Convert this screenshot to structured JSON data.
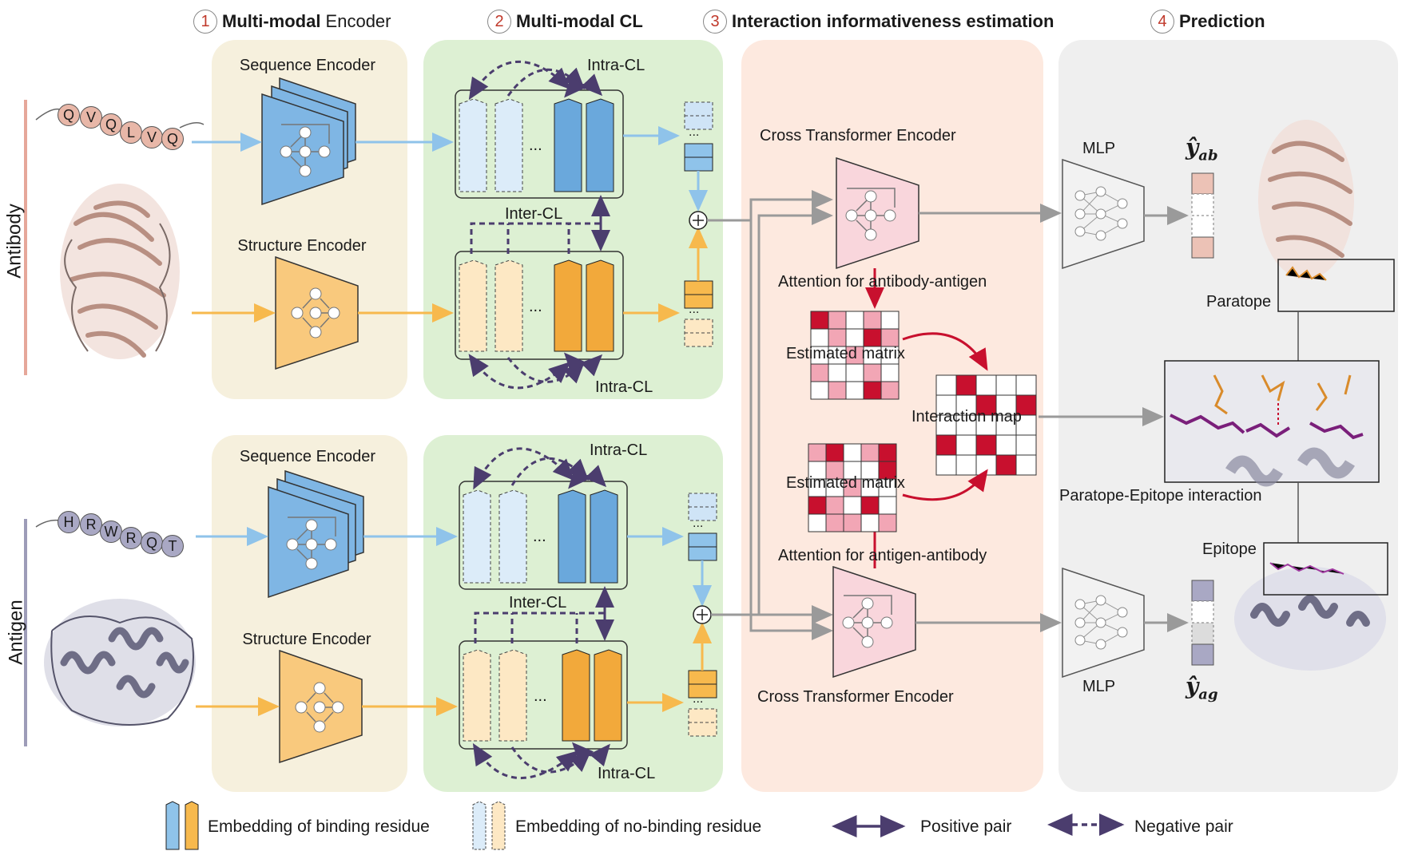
{
  "sections": [
    {
      "num": "1",
      "bold": "Multi-modal",
      "rest": " Encoder"
    },
    {
      "num": "2",
      "bold": "Multi-modal CL",
      "rest": ""
    },
    {
      "num": "3",
      "bold": "Interaction informativeness estimation",
      "rest": ""
    },
    {
      "num": "4",
      "bold": "Prediction",
      "rest": ""
    }
  ],
  "side_labels": {
    "antibody": "Antibody",
    "antigen": "Antigen"
  },
  "antibody_residues": [
    "Q",
    "V",
    "Q",
    "L",
    "V",
    "Q"
  ],
  "antigen_residues": [
    "H",
    "R",
    "W",
    "R",
    "Q",
    "T"
  ],
  "encoders": {
    "ab_seq": "Sequence Encoder",
    "ab_struct": "Structure Encoder",
    "ag_seq": "Sequence Encoder",
    "ag_struct": "Structure Encoder"
  },
  "cl": {
    "intra_top_ab": "Intra-CL",
    "inter_ab": "Inter-CL",
    "intra_bot_ab": "Intra-CL",
    "intra_top_ag": "Intra-CL",
    "inter_ag": "Inter-CL",
    "intra_bot_ag": "Intra-CL",
    "dots": "..."
  },
  "interaction": {
    "cte_top": "Cross Transformer Encoder",
    "cte_bottom": "Cross Transformer Encoder",
    "att_ab": "Attention for antibody-antigen",
    "att_ag": "Attention for antigen-antibody",
    "est_top": "Estimated matrix",
    "est_bottom": "Estimated matrix",
    "imap": "Interaction map"
  },
  "prediction": {
    "mlp_top": "MLP",
    "mlp_bottom": "MLP",
    "y_ab": {
      "base": "ŷ",
      "sub": "ab"
    },
    "y_ag": {
      "base": "ŷ",
      "sub": "ag"
    },
    "paratope": "Paratope",
    "epitope": "Epitope",
    "pe_interaction": "Paratope-Epitope interaction"
  },
  "legend": {
    "binding": "Embedding of binding residue",
    "nobinding": "Embedding of no-binding residue",
    "positive": "Positive pair",
    "negative": "Negative pair"
  },
  "colors": {
    "blue": "#8fc3ea",
    "orange": "#f7b94d",
    "panel_encoder": "#f6f0dd",
    "panel_cl": "#ddf0d3",
    "panel_interaction": "#fde9df",
    "panel_prediction": "#efefef",
    "red": "#c8102e",
    "purple": "#4b3d6e"
  }
}
